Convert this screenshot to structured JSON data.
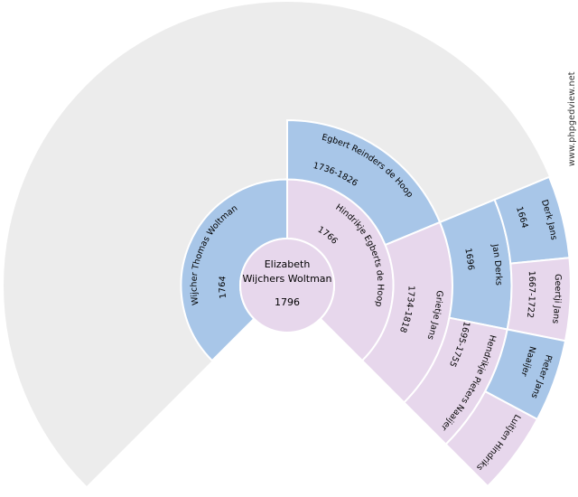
{
  "page": {
    "background": "#ffffff"
  },
  "site_credit": "www.phpgedview.net",
  "colors": {
    "male": "#a8c6e8",
    "female": "#e7d7ec",
    "unknown": "#ececec",
    "separator": "#ffffff",
    "text": "#000000",
    "credit_text": "#333333"
  },
  "fan": {
    "degrees": 270,
    "from_angle": -45,
    "to_angle": 225,
    "generations": 5
  },
  "center_person": {
    "name_line1": "Elizabeth",
    "name_line2": "Wijchers Woltman",
    "dates": "1796",
    "sex": "female"
  },
  "sectors": [
    {
      "id": "wijcher-thomas-woltman",
      "ring": 1,
      "from": 90,
      "to": 225,
      "sex": "male",
      "lines": [
        {
          "role": "name",
          "text": "Wijcher Thomas Woltman",
          "rf": 0.74
        },
        {
          "role": "dates",
          "text": "1764",
          "rf": 0.26
        }
      ]
    },
    {
      "id": "hindrikje-egberts-de-hoop",
      "ring": 1,
      "from": -45,
      "to": 90,
      "sex": "female",
      "lines": [
        {
          "role": "name",
          "text": "Hindrikje Egberts de Hoop",
          "rf": 0.74
        },
        {
          "role": "dates",
          "text": "1766",
          "rf": 0.26
        }
      ]
    },
    {
      "id": "egbert-reinders-de-hoop",
      "ring": 2,
      "from": 22.5,
      "to": 90,
      "sex": "male",
      "lines": [
        {
          "role": "name",
          "text": "Egbert Reinders de Hoop",
          "rf": 0.74
        },
        {
          "role": "dates",
          "text": "1736-1826",
          "rf": 0.24
        }
      ]
    },
    {
      "id": "grietje-jans",
      "ring": 2,
      "from": -45,
      "to": 22.5,
      "sex": "female",
      "lines": [
        {
          "role": "name",
          "text": "Grietje Jans",
          "rf": 0.74
        },
        {
          "role": "dates",
          "text": "1734-1818",
          "rf": 0.26
        }
      ]
    },
    {
      "id": "jan-derks",
      "ring": 3,
      "from": -11.25,
      "to": 22.5,
      "sex": "male",
      "lines": [
        {
          "role": "name",
          "text": "Jan Derks",
          "rf": 0.74
        },
        {
          "role": "dates",
          "text": "1696",
          "rf": 0.28
        }
      ]
    },
    {
      "id": "hendrikje-pieters-naaijer",
      "ring": 3,
      "from": -45,
      "to": -11.25,
      "sex": "female",
      "lines": [
        {
          "role": "name",
          "text": "Hendrikje Pieters Naaijer",
          "rf": 0.74
        },
        {
          "role": "dates",
          "text": "1695-1755",
          "rf": 0.26
        }
      ]
    },
    {
      "id": "derk-jans",
      "ring": 4,
      "from": 5.625,
      "to": 22.5,
      "sex": "male",
      "lines": [
        {
          "role": "name",
          "text": "Derk Jans",
          "rf": 0.74
        },
        {
          "role": "dates",
          "text": "1664",
          "rf": 0.3
        }
      ]
    },
    {
      "id": "geertji-jans",
      "ring": 4,
      "from": -11.25,
      "to": 5.625,
      "sex": "female",
      "lines": [
        {
          "role": "name",
          "text": "Geertji Jans",
          "rf": 0.74
        },
        {
          "role": "dates",
          "text": "1667-1722",
          "rf": 0.3
        }
      ]
    },
    {
      "id": "pieter-jans-naaijer",
      "ring": 4,
      "from": -28.125,
      "to": -11.25,
      "sex": "male",
      "lines": [
        {
          "role": "name",
          "text": "Pieter Jans",
          "rf": 0.74
        },
        {
          "role": "name2",
          "text": "Naaijer",
          "rf": 0.44
        }
      ]
    },
    {
      "id": "luitjen-hindriks",
      "ring": 4,
      "from": -45,
      "to": -28.125,
      "sex": "female",
      "lines": [
        {
          "role": "name",
          "text": "Luitjen Hindriks",
          "rf": 0.64
        }
      ]
    }
  ]
}
